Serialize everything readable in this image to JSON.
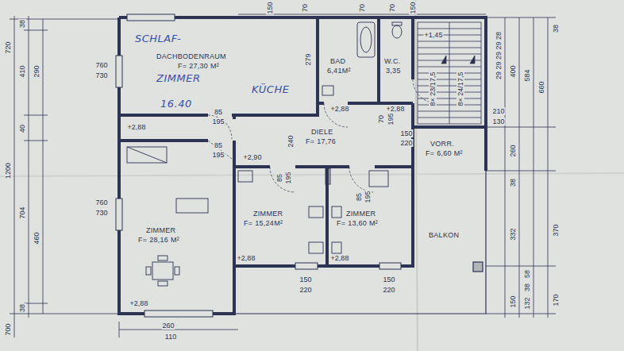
{
  "diagram": {
    "nodes": [
      {
        "text": [
          "SCHLAF-",
          "DACHBODENRAUM",
          "F= 27,30 M²",
          "ZIMMER",
          "KÜCHE",
          "16.40"
        ]
      },
      {
        "text": [
          "BAD",
          "6,41M²"
        ]
      },
      {
        "text": [
          "W.C.",
          "3,35"
        ]
      },
      {
        "text": [
          "DIELE",
          "F= 17,76"
        ]
      },
      {
        "text": [
          "VORR.",
          "F= 6,60 M²"
        ]
      },
      {
        "text": [
          "ZIMMER",
          "F= 15,24M²"
        ]
      },
      {
        "text": [
          "ZIMMER",
          "F= 13,60 M²"
        ]
      },
      {
        "text": [
          "ZIMMER",
          "F= 28,16 M²"
        ]
      },
      {
        "text": [
          "BALKON"
        ]
      }
    ],
    "edges": [],
    "labels": [
      "720",
      "1200",
      "700",
      "38",
      "410",
      "40",
      "704",
      "38",
      "290",
      "460",
      "760",
      "730",
      "760",
      "730",
      "150",
      "70",
      "70",
      "70",
      "150",
      "279",
      "+1,45",
      "8× 23/17,5",
      "8× 24/17,5",
      "29 29 29 29 28",
      "38",
      "400",
      "584",
      "660",
      "+2,88",
      "85",
      "195",
      "85",
      "195",
      "+2,90",
      "240",
      "70",
      "195",
      "+2,88",
      "+2,88",
      "150",
      "220",
      "210",
      "130",
      "85",
      "195",
      "85",
      "195",
      "+2,88",
      "+2,88",
      "150",
      "220",
      "150",
      "220",
      "+2,88",
      "260",
      "110",
      "260",
      "38",
      "332",
      "370",
      "150",
      "58",
      "38",
      "132",
      "170"
    ]
  }
}
